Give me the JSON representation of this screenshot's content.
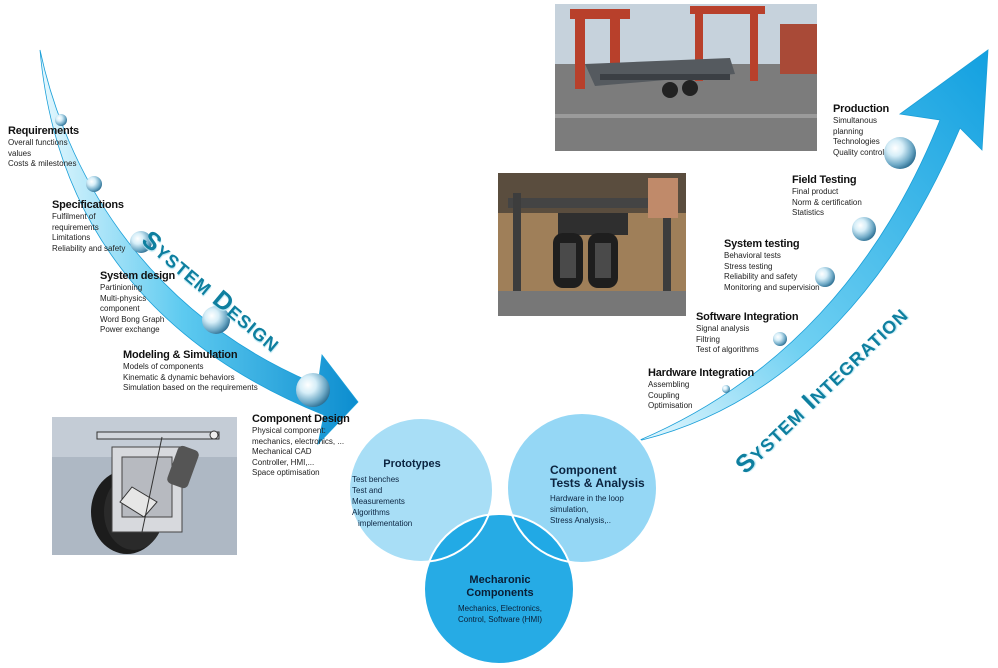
{
  "banners": {
    "design": "System Design",
    "integration": "System Integration"
  },
  "left_blocks": [
    {
      "title": "Requirements",
      "lines": [
        "Overall functions",
        "values",
        "Costs & milestones"
      ]
    },
    {
      "title": "Specifications",
      "lines": [
        "Fulfilment of",
        "requirements",
        "Limitations",
        "Reliability and safety"
      ]
    },
    {
      "title": "System design",
      "lines": [
        "Partinioning",
        "Multi-physics",
        "component",
        "Word Bong Graph",
        "Power exchange"
      ]
    },
    {
      "title": "Modeling & Simulation",
      "lines": [
        "Models of components",
        "Kinematic & dynamic behaviors",
        "Simulation based on the requirements"
      ]
    },
    {
      "title": "Component Design",
      "lines": [
        "Physical component:",
        "mechanics, electronics, ...",
        "Mechanical CAD",
        "Controller, HMI,...",
        "Space optimisation"
      ]
    }
  ],
  "right_blocks": [
    {
      "title": "Hardware Integration",
      "lines": [
        "Assembling",
        "Coupling",
        "Optimisation"
      ]
    },
    {
      "title": "Software Integration",
      "lines": [
        "Signal analysis",
        "Filtring",
        "Test of algorithms"
      ]
    },
    {
      "title": "System testing",
      "lines": [
        "Behavioral tests",
        "Stress testing",
        "Reliability and safety",
        "Monitoring and supervision"
      ]
    },
    {
      "title": "Field Testing",
      "lines": [
        "Final product",
        "Norm & certification",
        "Statistics"
      ]
    },
    {
      "title": "Production",
      "lines": [
        "Simultanous",
        "planning",
        "Technologies",
        "Quality control"
      ]
    }
  ],
  "circles": {
    "prototypes": {
      "title": "Prototypes",
      "lines": [
        "Test benches",
        "Test and",
        "Measurements",
        "Algorithms",
        "implementation"
      ]
    },
    "tests": {
      "title_1": "Component",
      "title_2": "Tests & Analysis",
      "lines": [
        "Hardware in the loop",
        "simulation,",
        "Stress Analysis,.."
      ]
    },
    "mechatronic": {
      "title_1": "Mecharonic",
      "title_2": "Components",
      "lines": [
        "Mechanics, Electronics,",
        "Control, Software (HMI)"
      ]
    }
  },
  "colors": {
    "arrow_light": "#dff5fd",
    "arrow_mid": "#4fc4ee",
    "arrow_dark": "#0d8fd0",
    "circle_light": "#9ddaf5",
    "circle_dark": "#1ba5e3",
    "banner_text": "#0e7f9f"
  }
}
